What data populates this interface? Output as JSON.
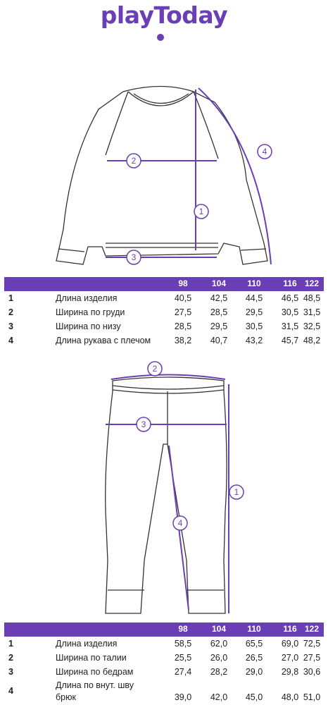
{
  "brand": {
    "logo_text": "playToday",
    "accent": "#6a3fb5"
  },
  "sizes": [
    "98",
    "104",
    "110",
    "116",
    "122"
  ],
  "top_table": {
    "rows": [
      {
        "num": "1",
        "label": "Длина изделия",
        "values": [
          "40,5",
          "42,5",
          "44,5",
          "46,5",
          "48,5"
        ]
      },
      {
        "num": "2",
        "label": "Ширина по груди",
        "values": [
          "27,5",
          "28,5",
          "29,5",
          "30,5",
          "31,5"
        ]
      },
      {
        "num": "3",
        "label": "Ширина по низу",
        "values": [
          "28,5",
          "29,5",
          "30,5",
          "31,5",
          "32,5"
        ]
      },
      {
        "num": "4",
        "label": "Длина рукава с плечом",
        "values": [
          "38,2",
          "40,7",
          "43,2",
          "45,7",
          "48,2"
        ]
      }
    ]
  },
  "bottom_table": {
    "rows": [
      {
        "num": "1",
        "label": "Длина изделия",
        "values": [
          "58,5",
          "62,0",
          "65,5",
          "69,0",
          "72,5"
        ]
      },
      {
        "num": "2",
        "label": "Ширина по талии",
        "values": [
          "25,5",
          "26,0",
          "26,5",
          "27,0",
          "27,5"
        ]
      },
      {
        "num": "3",
        "label": "Ширина по бедрам",
        "values": [
          "27,4",
          "28,2",
          "29,0",
          "29,8",
          "30,6"
        ]
      },
      {
        "num": "4",
        "label_line1": "Длина по внут. шву",
        "label_line2": "брюк",
        "values": [
          "39,0",
          "42,0",
          "45,0",
          "48,0",
          "51,0"
        ]
      }
    ]
  },
  "markers": {
    "m1": "1",
    "m2": "2",
    "m3": "3",
    "m4": "4"
  }
}
